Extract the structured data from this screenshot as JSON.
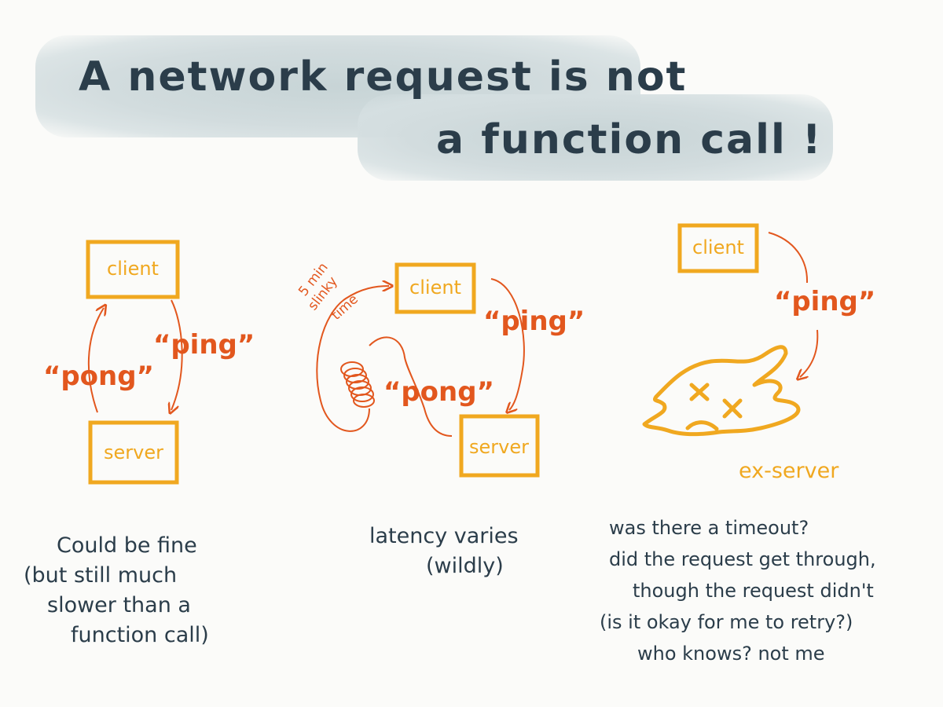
{
  "title": {
    "line1": "A network request is not",
    "line2": "a function call !"
  },
  "panels": [
    {
      "client_label": "client",
      "server_label": "server",
      "ping_label": "“ping”",
      "pong_label": "“pong”",
      "caption": [
        "Could be fine",
        "(but still much",
        "slower than a",
        "function call)"
      ]
    },
    {
      "client_label": "client",
      "server_label": "server",
      "ping_label": "“ping”",
      "pong_label": "“pong”",
      "slinky_note": [
        "5 min",
        "slinky",
        "time"
      ],
      "caption": [
        "latency varies",
        "(wildly)"
      ]
    },
    {
      "client_label": "client",
      "server_label": "ex-server",
      "ping_label": "“ping”",
      "caption": [
        "was there a timeout?",
        "did the request get through,",
        "though the request didn't",
        "(is it okay for me to retry?)",
        "who knows? not me"
      ]
    }
  ],
  "colors": {
    "box": "#f0a820",
    "arrow": "#e2571e",
    "ink": "#2b3d4a",
    "wash": "#c7d4d6"
  }
}
